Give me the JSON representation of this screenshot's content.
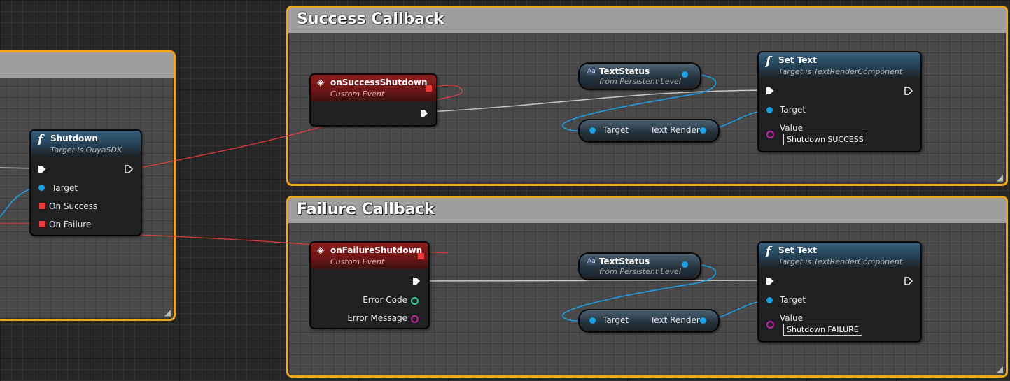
{
  "comments": {
    "success_title": "Success Callback",
    "failure_title": "Failure Callback"
  },
  "shutdown_node": {
    "title": "Shutdown",
    "subtitle": "Target is OuyaSDK",
    "pins": {
      "target": "Target",
      "on_success": "On Success",
      "on_failure": "On Failure"
    }
  },
  "success_event": {
    "title": "onSuccessShutdown",
    "subtitle": "Custom Event"
  },
  "failure_event": {
    "title": "onFailureShutdown",
    "subtitle": "Custom Event",
    "pins": {
      "error_code": "Error Code",
      "error_message": "Error Message"
    }
  },
  "success_var": {
    "icon": "Aa",
    "title": "TextStatus",
    "subtitle": "from Persistent Level"
  },
  "failure_var": {
    "icon": "Aa",
    "title": "TextStatus",
    "subtitle": "from Persistent Level"
  },
  "success_get": {
    "left": "Target",
    "right": "Text Render"
  },
  "failure_get": {
    "left": "Target",
    "right": "Text Render"
  },
  "success_settext": {
    "title": "Set Text",
    "subtitle": "Target is TextRenderComponent",
    "target": "Target",
    "value_label": "Value",
    "value": "Shutdown SUCCESS"
  },
  "failure_settext": {
    "title": "Set Text",
    "subtitle": "Target is TextRenderComponent",
    "target": "Target",
    "value_label": "Value",
    "value": "Shutdown FAILURE"
  },
  "colors": {
    "comment_border": "#f2a51c",
    "exec_wire": "#c8c8c8",
    "delegate_wire": "#e83b3b",
    "object_wire": "#1aa0e8",
    "string_pin": "#c0259d",
    "int_pin": "#23d49c"
  },
  "icons": {
    "function": "function-f-icon",
    "event": "event-diamond-icon",
    "variable": "text-variable-icon",
    "exec": "exec-arrow-icon"
  }
}
